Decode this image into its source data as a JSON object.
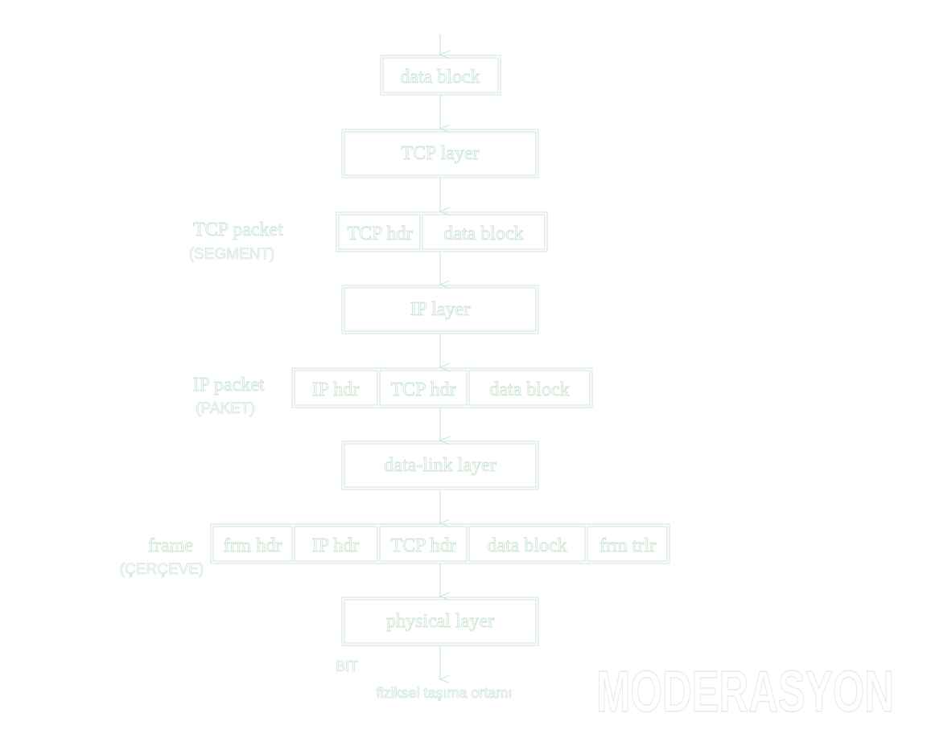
{
  "colors": {
    "line": "#cfe6d6",
    "text": "#d6ecdc",
    "watermark": "#eaf2ec"
  },
  "diagram": {
    "top_block": "data block",
    "layers": {
      "tcp": "TCP layer",
      "ip": "IP layer",
      "datalink": "data-link layer",
      "physical": "physical layer"
    },
    "tcp_packet": {
      "label": "TCP packet",
      "sublabel": "(SEGMENT)",
      "cells": [
        "TCP hdr",
        "data block"
      ]
    },
    "ip_packet": {
      "label": "IP packet",
      "sublabel": "(PAKET)",
      "cells": [
        "IP hdr",
        "TCP hdr",
        "data block"
      ]
    },
    "frame": {
      "label": "frame",
      "sublabel": "(ÇERÇEVE)",
      "cells": [
        "frm hdr",
        "IP hdr",
        "TCP hdr",
        "data block",
        "frm trlr"
      ]
    },
    "bit_label": "BIT",
    "medium_label": "fiziksel taşıma ortamı"
  },
  "watermark": "MODERASYON"
}
